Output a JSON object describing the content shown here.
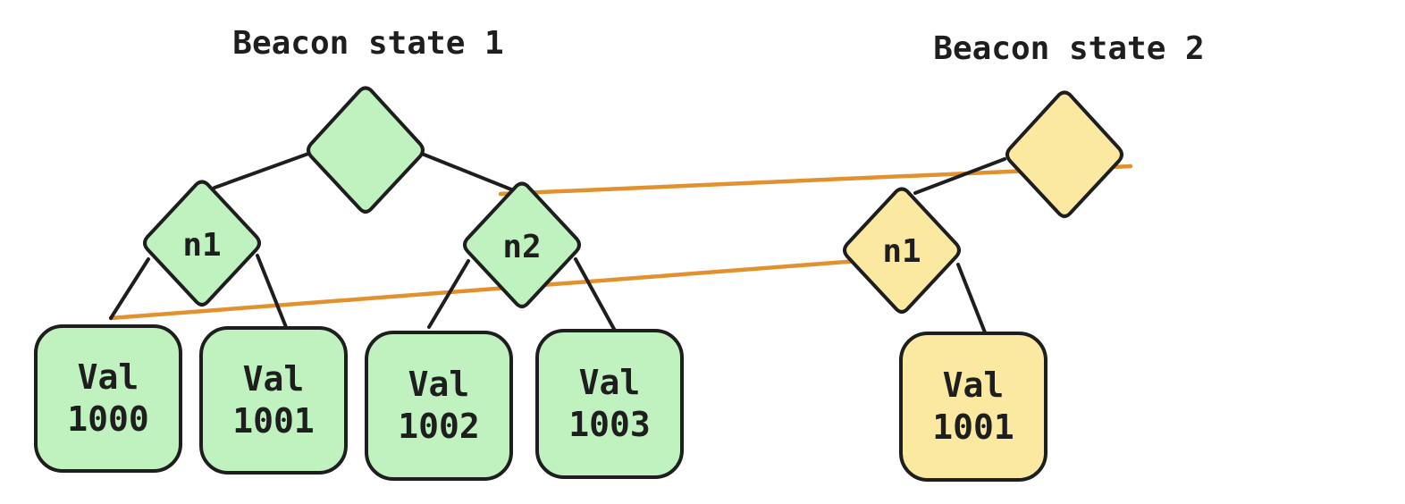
{
  "colors": {
    "state1_fill": "#c0f2c0",
    "state2_fill": "#fbe9a2",
    "stroke": "#1e1e1e",
    "shared_link": "#e2912f"
  },
  "state1": {
    "title": "Beacon state 1",
    "root": "",
    "nodes": [
      "n1",
      "n2"
    ],
    "leaves": [
      {
        "line1": "Val",
        "line2": "1000"
      },
      {
        "line1": "Val",
        "line2": "1001"
      },
      {
        "line1": "Val",
        "line2": "1002"
      },
      {
        "line1": "Val",
        "line2": "1003"
      }
    ]
  },
  "state2": {
    "title": "Beacon state 2",
    "root": "",
    "nodes": [
      "n1"
    ],
    "leaves": [
      {
        "line1": "Val",
        "line2": "1001"
      }
    ]
  }
}
